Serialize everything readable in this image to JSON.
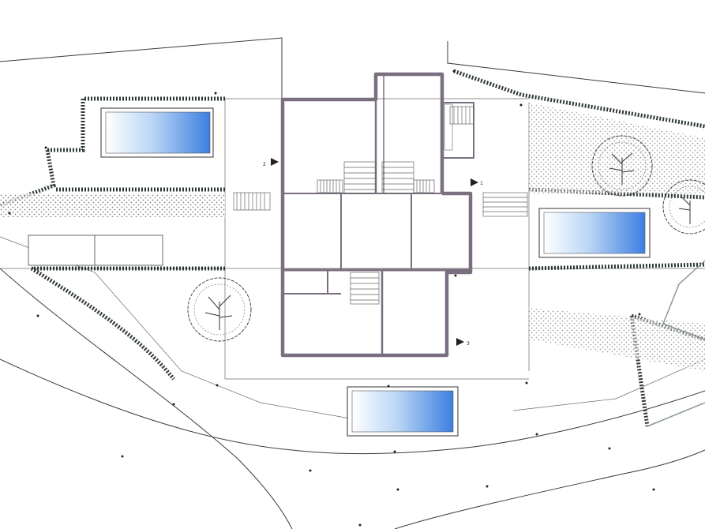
{
  "markers": {
    "one": "1",
    "two": "2",
    "three": "3"
  },
  "colors": {
    "pool_light": "#ffffff",
    "pool_mid": "#9bc4ef",
    "pool_dark": "#3c7fe0",
    "wall": "#7a6f80",
    "hedge": "#2f3a33"
  },
  "icons": {
    "tree": "tree-icon",
    "pool": "pool-icon",
    "stairs": "stairs-icon"
  }
}
